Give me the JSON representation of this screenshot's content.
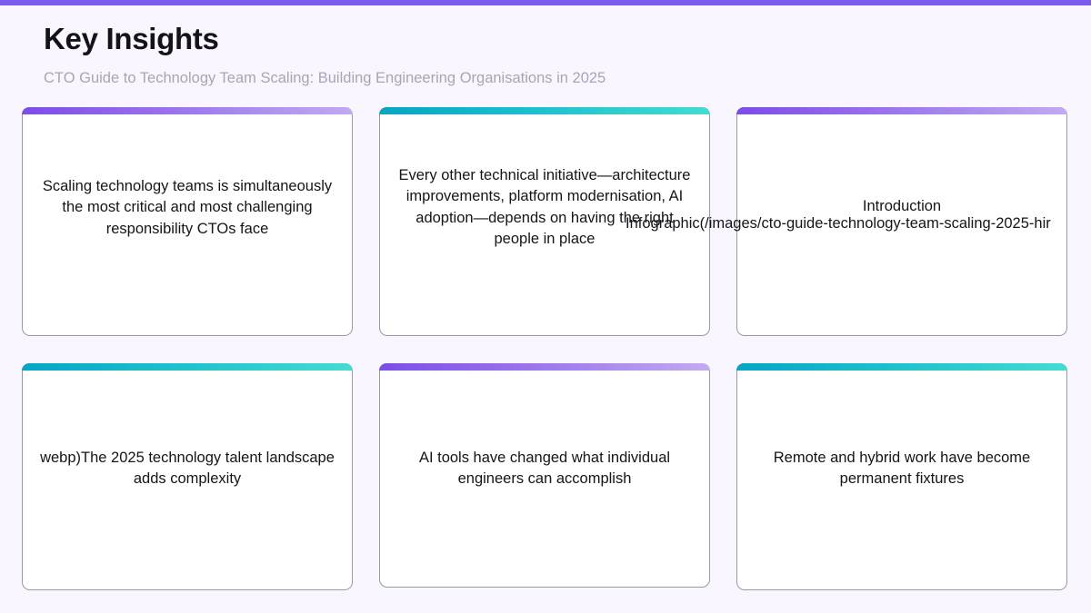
{
  "header": {
    "title": "Key Insights",
    "subtitle": "CTO Guide to Technology Team Scaling: Building Engineering Organisations in 2025"
  },
  "theme": {
    "background": "#faf6ff",
    "top_accent": "#7c5cf0",
    "accent_purple_from": "#7c4de8",
    "accent_purple_to": "#c3aaf1",
    "accent_teal_from": "#06a5c4",
    "accent_teal_to": "#43dcd2",
    "card_background": "#ffffff",
    "card_border": "#9a9aa2",
    "title_color": "#141418",
    "subtitle_color": "#a9a5b4",
    "body_text_color": "#15151a"
  },
  "overflow_text": "Infographic(/images/cto-guide-technology-team-scaling-2025-hir",
  "cards": [
    {
      "id": "card-1",
      "accent": "purple",
      "text": "Scaling technology teams is simultaneously the most critical and most challenging responsibility CTOs face"
    },
    {
      "id": "card-2",
      "accent": "teal",
      "text": "Every other technical initiative—architecture improvements, platform modernisation, AI adoption—depends on having the right people in place"
    },
    {
      "id": "card-3",
      "accent": "purple",
      "text": "Introduction"
    },
    {
      "id": "card-4",
      "accent": "teal",
      "text": "webp)The 2025 technology talent landscape adds complexity"
    },
    {
      "id": "card-5",
      "accent": "purple",
      "text": "AI tools have changed what individual engineers can accomplish"
    },
    {
      "id": "card-6",
      "accent": "teal",
      "text": "Remote and hybrid work have become permanent fixtures"
    }
  ]
}
